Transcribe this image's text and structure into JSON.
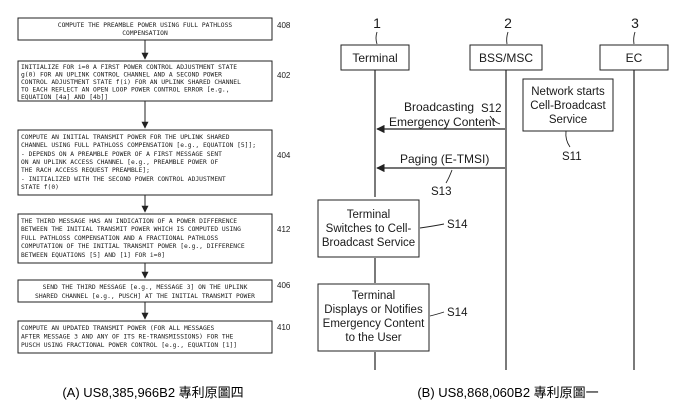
{
  "panel_a": {
    "caption": "(A) US8,385,966B2 專利原圖四",
    "steps": [
      {
        "ref": "408",
        "lines": [
          "COMPUTE THE PREAMBLE POWER USING FULL PATHLOSS",
          "COMPENSATION"
        ]
      },
      {
        "ref": "402",
        "lines": [
          "INITIALIZE FOR i=0 A FIRST POWER CONTROL ADJUSTMENT STATE",
          "g(0) FOR AN UPLINK CONTROL CHANNEL AND A SECOND POWER",
          "CONTROL ADJUSTMENT STATE f(i) FOR AN UPLINK SHARED CHANNEL",
          "TO EACH REFLECT AN OPEN LOOP POWER CONTROL ERROR [e.g.,",
          "EQUATION [4a] AND [4b]]"
        ]
      },
      {
        "ref": "404",
        "lines": [
          "COMPUTE AN INITIAL TRANSMIT POWER FOR THE UPLINK SHARED",
          "CHANNEL USING FULL PATHLOSS COMPENSATION [e.g., EQUATION [5]];",
          "- DEPENDS ON A PREAMBLE POWER OF A FIRST MESSAGE SENT",
          "  ON AN UPLINK ACCESS CHANNEL [e.g., PREAMBLE POWER OF",
          "  THE RACH ACCESS REQUEST PREAMBLE];",
          "- INITIALIZED WITH THE SECOND POWER CONTROL ADJUSTMENT",
          "  STATE f(0)"
        ]
      },
      {
        "ref": "412",
        "lines": [
          "THE THIRD MESSAGE HAS AN INDICATION OF A POWER DIFFERENCE",
          "BETWEEN THE INITIAL TRANSMIT POWER WHICH IS COMPUTED USING",
          "FULL PATHLOSS COMPENSATION AND A FRACTIONAL PATHLOSS",
          "COMPUTATION OF THE INITIAL TRANSMIT POWER [e.g., DIFFERENCE",
          "BETWEEN EQUATIONS [5] AND [1] FOR i=0]"
        ]
      },
      {
        "ref": "406",
        "lines": [
          "SEND THE THIRD MESSAGE [e.g., MESSAGE 3] ON THE UPLINK",
          "SHARED CHANNEL [e.g., PUSCH] AT THE INITIAL TRANSMIT POWER"
        ]
      },
      {
        "ref": "410",
        "lines": [
          "COMPUTE AN UPDATED TRANSMIT POWER (FOR ALL MESSAGES",
          "AFTER MESSAGE 3 AND ANY OF ITS RE-TRANSMISSIONS) FOR THE",
          "PUSCH USING FRACTIONAL POWER CONTROL [e.g., EQUATION [1]]"
        ]
      }
    ]
  },
  "panel_b": {
    "caption": "(B) US8,868,060B2 專利原圖一",
    "entities": [
      {
        "num": "1",
        "label": "Terminal"
      },
      {
        "num": "2",
        "label": "BSS/MSC"
      },
      {
        "num": "3",
        "label": "EC"
      }
    ],
    "s11_box": {
      "lines": [
        "Network starts",
        "Cell-Broadcast",
        "Service"
      ],
      "ref": "S11"
    },
    "msg_broadcast": {
      "lines": [
        "Broadcasting",
        "Emergency Content"
      ],
      "ref": "S12"
    },
    "msg_paging": {
      "label": "Paging (E-TMSI)",
      "ref": "S13"
    },
    "step_switch": {
      "lines": [
        "Terminal",
        "Switches to Cell-",
        "Broadcast Service"
      ],
      "ref": "S14"
    },
    "step_display": {
      "lines": [
        "Terminal",
        "Displays or Notifies",
        "Emergency Content",
        "to the User"
      ],
      "ref": "S14"
    }
  }
}
